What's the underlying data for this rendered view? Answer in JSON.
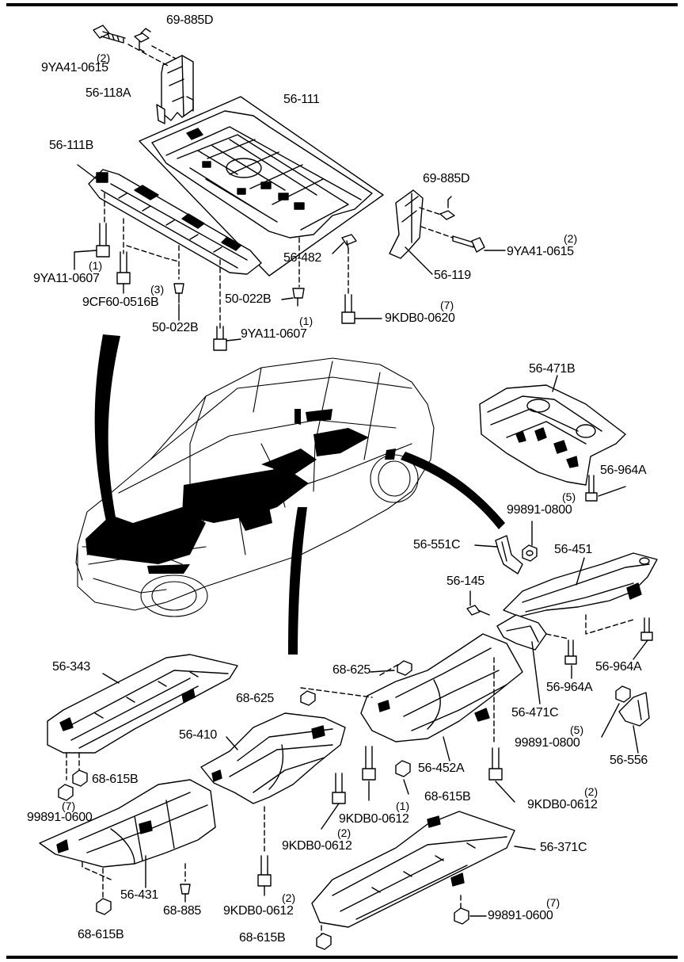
{
  "labels": {
    "p69_885d_top": "69-885D",
    "p9ya41_0615_top": "9YA41-0615",
    "p56_118a": "56-118A",
    "p56_111": "56-111",
    "p56_111b": "56-111B",
    "p69_885d_right": "69-885D",
    "p9ya41_0615_right": "9YA41-0615",
    "p56_482": "56-482",
    "p56_119": "56-119",
    "p9ya11_0607_left": "9YA11-0607",
    "p9cf60_0516b": "9CF60-0516B",
    "p50_022b_mid": "50-022B",
    "p50_022b_low": "50-022B",
    "p9ya11_0607_low": "9YA11-0607",
    "p9kdb0_0620": "9KDB0-0620",
    "p56_471b": "56-471B",
    "p56_964a_a": "56-964A",
    "p99891_0800_a": "99891-0800",
    "p56_551c": "56-551C",
    "p56_451": "56-451",
    "p56_145": "56-145",
    "p56_964a_b": "56-964A",
    "p56_964a_c": "56-964A",
    "p56_471c": "56-471C",
    "p56_343": "56-343",
    "p68_625_a": "68-625",
    "p68_625_b": "68-625",
    "p56_410": "56-410",
    "p99891_0800_b": "99891-0800",
    "p56_556": "56-556",
    "p56_452a": "56-452A",
    "p68_615b_a": "68-615B",
    "p68_615b_b": "68-615B",
    "p99891_0600_a": "99891-0600",
    "p9kdb0_0612_a": "9KDB0-0612",
    "p9kdb0_0612_b": "9KDB0-0612",
    "p9kdb0_0612_c": "9KDB0-0612",
    "p9kdb0_0612_d": "9KDB0-0612",
    "p56_371c": "56-371C",
    "p56_431": "56-431",
    "p68_885": "68-885",
    "p68_615b_c": "68-615B",
    "p99891_0600_b": "99891-0600",
    "p68_615b_d": "68-615B"
  },
  "quantities": {
    "q9ya41_top": "(2)",
    "q9ya41_right": "(2)",
    "q9ya11_left": "(1)",
    "q9cf60": "(3)",
    "q9ya11_low": "(1)",
    "q9kdb0_0620": "(7)",
    "q99891_0800_a": "(5)",
    "q99891_0800_b": "(5)",
    "q99891_0600_a": "(7)",
    "q9kdb0_0612_a": "(1)",
    "q9kdb0_0612_b": "(2)",
    "q9kdb0_0612_c": "(2)",
    "q9kdb0_0612_d": "(2)",
    "q99891_0600_b": "(7)"
  }
}
